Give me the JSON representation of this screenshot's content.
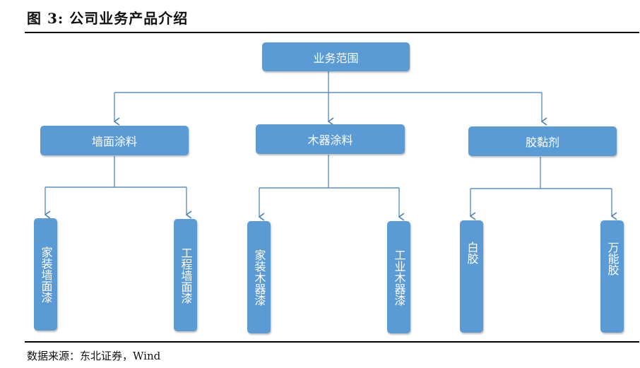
{
  "header": {
    "title": "图 3: 公司业务产品介绍"
  },
  "diagram": {
    "root": "业务范围",
    "categories": [
      {
        "label": "墙面涂料",
        "children": [
          "家装墙面漆",
          "工程墙面漆"
        ]
      },
      {
        "label": "木器涂料",
        "children": [
          "家装木器漆",
          "工业木器漆"
        ]
      },
      {
        "label": "胶黏剂",
        "children": [
          "白胶",
          "万能胶"
        ]
      }
    ],
    "box_color": "#5b9bd5",
    "line_color": "#5b9bd5"
  },
  "footer": {
    "source": "数据来源：东北证券，Wind"
  }
}
